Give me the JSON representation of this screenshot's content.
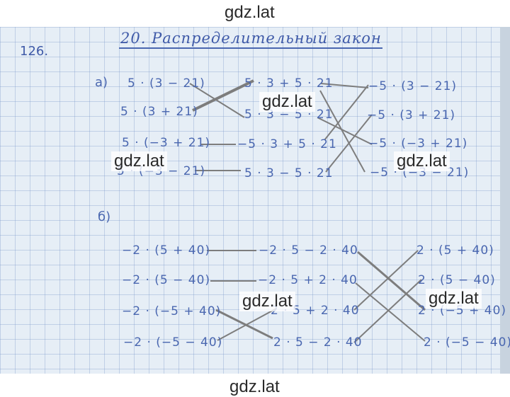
{
  "watermarks": {
    "top": "gdz.lat",
    "mid1": "gdz.lat",
    "mid2": "gdz.lat",
    "mid3": "gdz.lat",
    "mid4": "gdz.lat",
    "mid5": "gdz.lat",
    "bottom": "gdz.lat"
  },
  "header": {
    "exercise_number": "126.",
    "title": "20. Распределительный закон"
  },
  "part_a": {
    "label": "а)",
    "left": [
      "5 · (3 − 21)",
      "5 · (3 + 21)",
      "5 · (−3 + 21)",
      "5 · (−3 − 21)"
    ],
    "middle": [
      "5 · 3 + 5 · 21",
      "5 · 3 − 5 · 21",
      "−5 · 3 + 5 · 21",
      "5 · 3 − 5 · 21"
    ],
    "right": [
      "−5 · (3 − 21)",
      "−5 · (3 + 21)",
      "−5 · (−3 + 21)",
      "−5 · (−3 − 21)"
    ]
  },
  "part_b": {
    "label": "б)",
    "left": [
      "−2 · (5 + 40)",
      "−2 · (5 − 40)",
      "−2 · (−5 + 40)",
      "−2 · (−5 − 40)"
    ],
    "middle": [
      "−2 · 5 − 2 · 40",
      "−2 · 5 + 2 · 40",
      "2 · 5 + 2 · 40",
      "2 · 5 − 2 · 40"
    ],
    "right": [
      "2 · (5 + 40)",
      "2 · (5 − 40)",
      "2 · (−5 + 40)",
      "2 · (−5 − 40)"
    ]
  }
}
